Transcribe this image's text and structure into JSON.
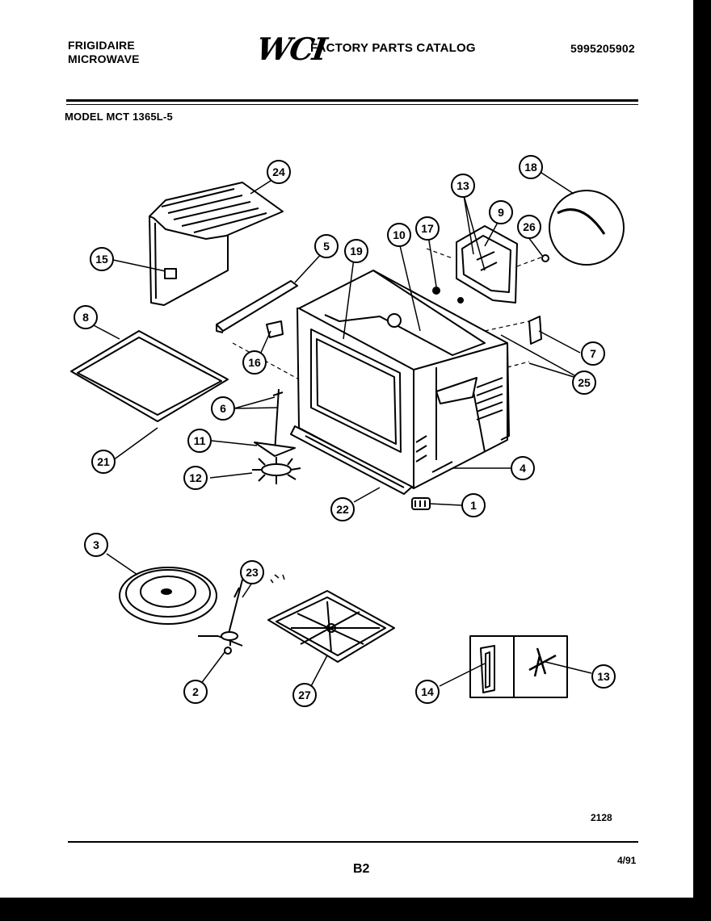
{
  "header": {
    "brand_line1": "FRIGIDAIRE",
    "brand_line2": "MICROWAVE",
    "logo": "WCI",
    "catalog_title": "FACTORY PARTS CATALOG",
    "catalog_number": "5995205902"
  },
  "model_label": "MODEL MCT 1365L-5",
  "callouts": {
    "c24": "24",
    "c15": "15",
    "c5": "5",
    "c19": "19",
    "c10": "10",
    "c17": "17",
    "c13a": "13",
    "c9": "9",
    "c26": "26",
    "c18": "18",
    "c8": "8",
    "c16": "16",
    "c7": "7",
    "c25": "25",
    "c6": "6",
    "c11": "11",
    "c21": "21",
    "c12": "12",
    "c4": "4",
    "c1": "1",
    "c22": "22",
    "c3": "3",
    "c23": "23",
    "c2": "2",
    "c27": "27",
    "c14": "14",
    "c13b": "13"
  },
  "footer": {
    "drawing_number": "2128",
    "page_ref": "B2",
    "date": "4/91"
  }
}
